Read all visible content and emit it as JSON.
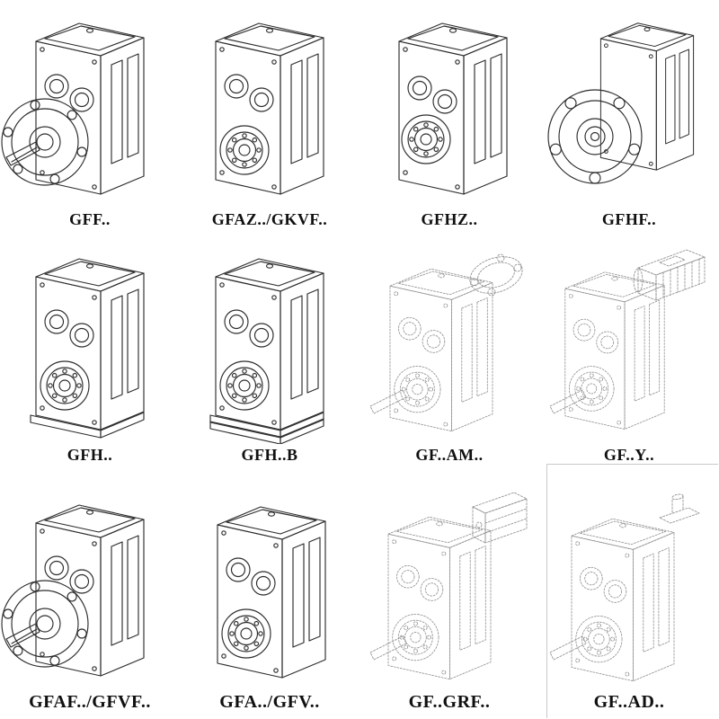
{
  "theme": {
    "line_color": "#2d2d2d",
    "ghost_line_color": "#8f8f8f",
    "label_color": "#101010",
    "background": "#ffffff"
  },
  "catalog": {
    "items": [
      {
        "id": "gff",
        "label": "GFF.."
      },
      {
        "id": "gfaz-gkvf",
        "label": "GFAZ../GKVF.."
      },
      {
        "id": "gfhz",
        "label": "GFHZ.."
      },
      {
        "id": "gfhf",
        "label": "GFHF.."
      },
      {
        "id": "gfh",
        "label": "GFH.."
      },
      {
        "id": "gfh-b",
        "label": "GFH..B"
      },
      {
        "id": "gf-am",
        "label": "GF..AM.."
      },
      {
        "id": "gf-y",
        "label": "GF..Y.."
      },
      {
        "id": "gfaf-gfvf",
        "label": "GFAF../GFVF.."
      },
      {
        "id": "gfa-gfv",
        "label": "GFA../GFV.."
      },
      {
        "id": "gf-grf",
        "label": "GF..GRF.."
      },
      {
        "id": "gf-ad",
        "label": "GF..AD.."
      }
    ]
  }
}
